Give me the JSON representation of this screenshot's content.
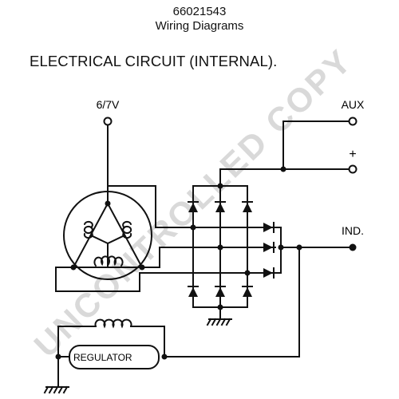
{
  "header": {
    "part_number": "66021543",
    "subtitle": "Wiring Diagrams"
  },
  "diagram": {
    "title": "ELECTRICAL CIRCUIT (INTERNAL).",
    "labels": {
      "voltage_terminal": "6/7V",
      "aux": "AUX",
      "plus": "+",
      "ind": "IND.",
      "regulator": "REGULATOR"
    },
    "watermark": "UNCONTROLLED COPY"
  }
}
